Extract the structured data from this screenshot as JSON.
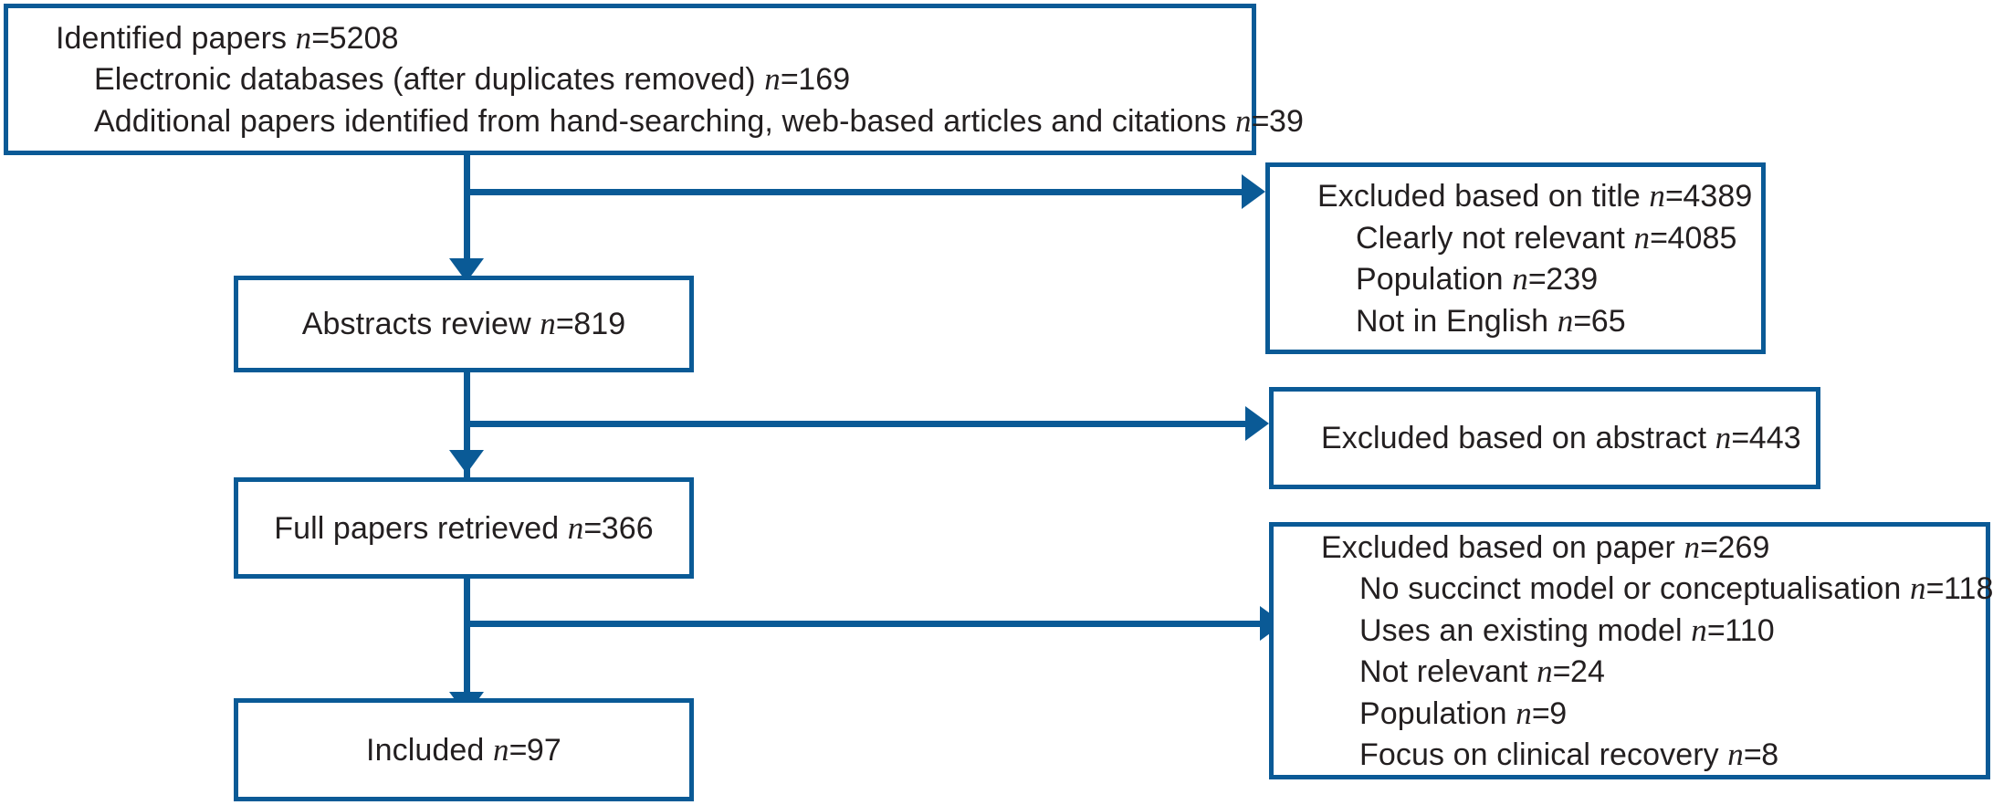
{
  "theme": {
    "accent": "#0A5A96",
    "text": "#231f20",
    "background": "#ffffff"
  },
  "diagram": {
    "type": "prisma-flow-diagram",
    "boxes": {
      "identified": {
        "name": "identified-papers-box",
        "lines": [
          {
            "label": "Identified papers",
            "n": "5208",
            "indent": false
          },
          {
            "label": "Electronic databases (after duplicates removed)",
            "n": "169",
            "indent": true
          },
          {
            "label": "Additional papers identified from hand-searching, web-based articles and citations",
            "n": "39",
            "indent": true
          }
        ]
      },
      "excluded_title": {
        "name": "excluded-title-box",
        "lines": [
          {
            "label": "Excluded based on title",
            "n": "4389",
            "indent": false
          },
          {
            "label": "Clearly not relevant",
            "n": "4085",
            "indent": true
          },
          {
            "label": "Population",
            "n": "239",
            "indent": true
          },
          {
            "label": "Not in English",
            "n": "65",
            "indent": true
          }
        ]
      },
      "abstracts_review": {
        "name": "abstracts-review-box",
        "lines": [
          {
            "label": "Abstracts review",
            "n": "819",
            "indent": false
          }
        ]
      },
      "excluded_abstract": {
        "name": "excluded-abstract-box",
        "lines": [
          {
            "label": "Excluded based on abstract",
            "n": "443",
            "indent": false
          }
        ]
      },
      "full_papers": {
        "name": "full-papers-retrieved-box",
        "lines": [
          {
            "label": "Full papers retrieved",
            "n": "366",
            "indent": false
          }
        ]
      },
      "excluded_paper": {
        "name": "excluded-paper-box",
        "lines": [
          {
            "label": "Excluded based on paper",
            "n": "269",
            "indent": false
          },
          {
            "label": "No succinct model or conceptualisation",
            "n": "118",
            "indent": true
          },
          {
            "label": "Uses an existing model",
            "n": "110",
            "indent": true
          },
          {
            "label": "Not relevant",
            "n": "24",
            "indent": true
          },
          {
            "label": "Population",
            "n": "9",
            "indent": true
          },
          {
            "label": "Focus on clinical recovery",
            "n": "8",
            "indent": true
          }
        ]
      },
      "included": {
        "name": "included-box",
        "lines": [
          {
            "label": "Included",
            "n": "97",
            "indent": false
          }
        ]
      }
    },
    "symbols": {
      "n_symbol": "n",
      "equals": "="
    }
  }
}
